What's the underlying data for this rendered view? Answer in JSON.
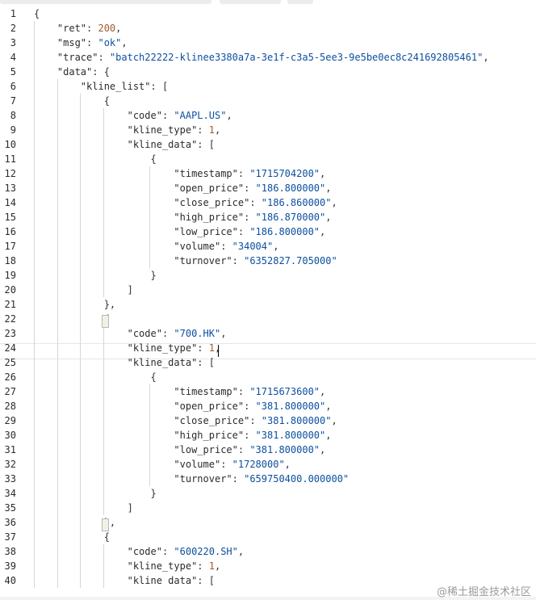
{
  "editor": {
    "language": "json",
    "active_line": 24,
    "lines": [
      [
        [
          "pn",
          "{"
        ]
      ],
      [
        [
          "pn",
          "    "
        ],
        [
          "key",
          "\"ret\""
        ],
        [
          "pn",
          ": "
        ],
        [
          "num",
          "200"
        ],
        [
          "pn",
          ","
        ]
      ],
      [
        [
          "pn",
          "    "
        ],
        [
          "key",
          "\"msg\""
        ],
        [
          "pn",
          ": "
        ],
        [
          "str",
          "\"ok\""
        ],
        [
          "pn",
          ","
        ]
      ],
      [
        [
          "pn",
          "    "
        ],
        [
          "key",
          "\"trace\""
        ],
        [
          "pn",
          ": "
        ],
        [
          "str",
          "\"batch22222-klinee3380a7a-3e1f-c3a5-5ee3-9e5be0ec8c241692805461\""
        ],
        [
          "pn",
          ","
        ]
      ],
      [
        [
          "pn",
          "    "
        ],
        [
          "key",
          "\"data\""
        ],
        [
          "pn",
          ": {"
        ]
      ],
      [
        [
          "pn",
          "        "
        ],
        [
          "key",
          "\"kline_list\""
        ],
        [
          "pn",
          ": ["
        ]
      ],
      [
        [
          "pn",
          "            {"
        ]
      ],
      [
        [
          "pn",
          "                "
        ],
        [
          "key",
          "\"code\""
        ],
        [
          "pn",
          ": "
        ],
        [
          "str",
          "\"AAPL.US\""
        ],
        [
          "pn",
          ","
        ]
      ],
      [
        [
          "pn",
          "                "
        ],
        [
          "key",
          "\"kline_type\""
        ],
        [
          "pn",
          ": "
        ],
        [
          "num",
          "1"
        ],
        [
          "pn",
          ","
        ]
      ],
      [
        [
          "pn",
          "                "
        ],
        [
          "key",
          "\"kline_data\""
        ],
        [
          "pn",
          ": ["
        ]
      ],
      [
        [
          "pn",
          "                    {"
        ]
      ],
      [
        [
          "pn",
          "                        "
        ],
        [
          "key",
          "\"timestamp\""
        ],
        [
          "pn",
          ": "
        ],
        [
          "str",
          "\"1715704200\""
        ],
        [
          "pn",
          ","
        ]
      ],
      [
        [
          "pn",
          "                        "
        ],
        [
          "key",
          "\"open_price\""
        ],
        [
          "pn",
          ": "
        ],
        [
          "str",
          "\"186.800000\""
        ],
        [
          "pn",
          ","
        ]
      ],
      [
        [
          "pn",
          "                        "
        ],
        [
          "key",
          "\"close_price\""
        ],
        [
          "pn",
          ": "
        ],
        [
          "str",
          "\"186.860000\""
        ],
        [
          "pn",
          ","
        ]
      ],
      [
        [
          "pn",
          "                        "
        ],
        [
          "key",
          "\"high_price\""
        ],
        [
          "pn",
          ": "
        ],
        [
          "str",
          "\"186.870000\""
        ],
        [
          "pn",
          ","
        ]
      ],
      [
        [
          "pn",
          "                        "
        ],
        [
          "key",
          "\"low_price\""
        ],
        [
          "pn",
          ": "
        ],
        [
          "str",
          "\"186.800000\""
        ],
        [
          "pn",
          ","
        ]
      ],
      [
        [
          "pn",
          "                        "
        ],
        [
          "key",
          "\"volume\""
        ],
        [
          "pn",
          ": "
        ],
        [
          "str",
          "\"34004\""
        ],
        [
          "pn",
          ","
        ]
      ],
      [
        [
          "pn",
          "                        "
        ],
        [
          "key",
          "\"turnover\""
        ],
        [
          "pn",
          ": "
        ],
        [
          "str",
          "\"6352827.705000\""
        ]
      ],
      [
        [
          "pn",
          "                    }"
        ]
      ],
      [
        [
          "pn",
          "                ]"
        ]
      ],
      [
        [
          "pn",
          "            },"
        ]
      ],
      [
        [
          "pn",
          "            {"
        ]
      ],
      [
        [
          "pn",
          "                "
        ],
        [
          "key",
          "\"code\""
        ],
        [
          "pn",
          ": "
        ],
        [
          "str",
          "\"700.HK\""
        ],
        [
          "pn",
          ","
        ]
      ],
      [
        [
          "pn",
          "                "
        ],
        [
          "key",
          "\"kline_type\""
        ],
        [
          "pn",
          ": "
        ],
        [
          "num",
          "1"
        ],
        [
          "pn",
          ","
        ]
      ],
      [
        [
          "pn",
          "                "
        ],
        [
          "key",
          "\"kline_data\""
        ],
        [
          "pn",
          ": ["
        ]
      ],
      [
        [
          "pn",
          "                    {"
        ]
      ],
      [
        [
          "pn",
          "                        "
        ],
        [
          "key",
          "\"timestamp\""
        ],
        [
          "pn",
          ": "
        ],
        [
          "str",
          "\"1715673600\""
        ],
        [
          "pn",
          ","
        ]
      ],
      [
        [
          "pn",
          "                        "
        ],
        [
          "key",
          "\"open_price\""
        ],
        [
          "pn",
          ": "
        ],
        [
          "str",
          "\"381.800000\""
        ],
        [
          "pn",
          ","
        ]
      ],
      [
        [
          "pn",
          "                        "
        ],
        [
          "key",
          "\"close_price\""
        ],
        [
          "pn",
          ": "
        ],
        [
          "str",
          "\"381.800000\""
        ],
        [
          "pn",
          ","
        ]
      ],
      [
        [
          "pn",
          "                        "
        ],
        [
          "key",
          "\"high_price\""
        ],
        [
          "pn",
          ": "
        ],
        [
          "str",
          "\"381.800000\""
        ],
        [
          "pn",
          ","
        ]
      ],
      [
        [
          "pn",
          "                        "
        ],
        [
          "key",
          "\"low_price\""
        ],
        [
          "pn",
          ": "
        ],
        [
          "str",
          "\"381.800000\""
        ],
        [
          "pn",
          ","
        ]
      ],
      [
        [
          "pn",
          "                        "
        ],
        [
          "key",
          "\"volume\""
        ],
        [
          "pn",
          ": "
        ],
        [
          "str",
          "\"1728000\""
        ],
        [
          "pn",
          ","
        ]
      ],
      [
        [
          "pn",
          "                        "
        ],
        [
          "key",
          "\"turnover\""
        ],
        [
          "pn",
          ": "
        ],
        [
          "str",
          "\"659750400.000000\""
        ]
      ],
      [
        [
          "pn",
          "                    }"
        ]
      ],
      [
        [
          "pn",
          "                ]"
        ]
      ],
      [
        [
          "pn",
          "            },"
        ]
      ],
      [
        [
          "pn",
          "            {"
        ]
      ],
      [
        [
          "pn",
          "                "
        ],
        [
          "key",
          "\"code\""
        ],
        [
          "pn",
          ": "
        ],
        [
          "str",
          "\"600220.SH\""
        ],
        [
          "pn",
          ","
        ]
      ],
      [
        [
          "pn",
          "                "
        ],
        [
          "key",
          "\"kline_type\""
        ],
        [
          "pn",
          ": "
        ],
        [
          "num",
          "1"
        ],
        [
          "pn",
          ","
        ]
      ],
      [
        [
          "pn",
          "                "
        ],
        [
          "key",
          "\"kline data\""
        ],
        [
          "pn",
          ": ["
        ]
      ]
    ]
  },
  "watermark": "@稀土掘金技术社区"
}
